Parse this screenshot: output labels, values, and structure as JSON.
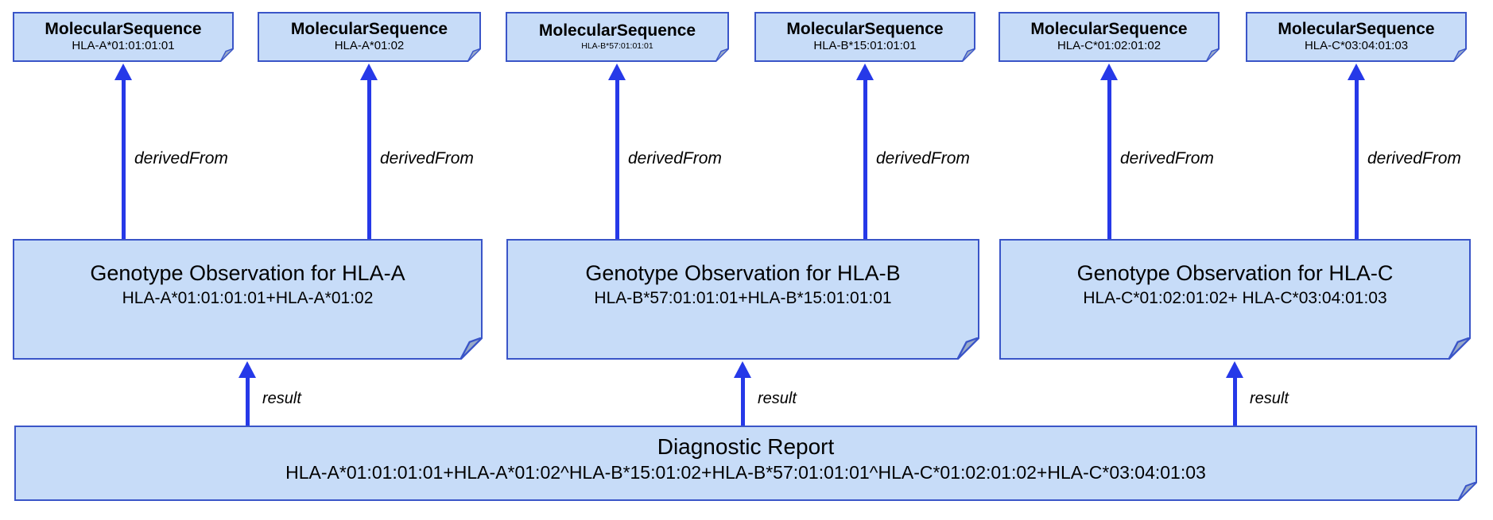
{
  "diagram": {
    "molecular_sequences": [
      {
        "title": "MolecularSequence",
        "subtitle": "HLA-A*01:01:01:01"
      },
      {
        "title": "MolecularSequence",
        "subtitle": "HLA-A*01:02"
      },
      {
        "title": "MolecularSequence",
        "subtitle": "HLA-B*57:01:01:01"
      },
      {
        "title": "MolecularSequence",
        "subtitle": "HLA-B*15:01:01:01"
      },
      {
        "title": "MolecularSequence",
        "subtitle": "HLA-C*01:02:01:02"
      },
      {
        "title": "MolecularSequence",
        "subtitle": "HLA-C*03:04:01:03"
      }
    ],
    "genotype_observations": [
      {
        "title": "Genotype Observation for HLA-A",
        "subtitle": "HLA-A*01:01:01:01+HLA-A*01:02"
      },
      {
        "title": "Genotype Observation for HLA-B",
        "subtitle": "HLA-B*57:01:01:01+HLA-B*15:01:01:01"
      },
      {
        "title": "Genotype Observation for HLA-C",
        "subtitle": "HLA-C*01:02:01:02+ HLA-C*03:04:01:03"
      }
    ],
    "diagnostic_report": {
      "title": "Diagnostic Report",
      "subtitle": "HLA-A*01:01:01:01+HLA-A*01:02^HLA-B*15:01:02+HLA-B*57:01:01:01^HLA-C*01:02:01:02+HLA-C*03:04:01:03"
    },
    "labels": {
      "derived_from": "derivedFrom",
      "result": "result"
    },
    "colors": {
      "box_fill": "#C7DCF8",
      "box_border": "#3A55C8",
      "arrow": "#2639E8",
      "fold_fill": "#9AABC8"
    }
  }
}
